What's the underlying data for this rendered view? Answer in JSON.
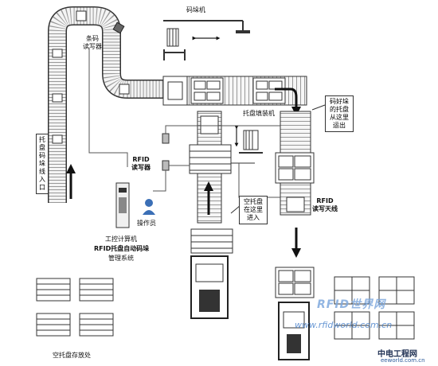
{
  "labels": {
    "palletizer": "码垛机",
    "barcode_reader": "条码\n读写器",
    "pallet_loader": "托盘填装机",
    "rfid_reader": "RFID\n读写器",
    "operator": "操作员",
    "ipc_line1": "工控计算机",
    "ipc_line2": "RFID托盘自动码垛",
    "ipc_line3": "管理系统",
    "empty_pallet_storage": "空托盘存放处",
    "rfid_antenna": "RFID\n读写天线",
    "inlet_vertical": "托盘码垛线入口",
    "callout_outlet": "码好垛的托盘从这里运出",
    "callout_inlet": "空托盘在这里进入"
  },
  "watermarks": {
    "brand": "RFID世界网",
    "url": "www.rfidworld.com.cn",
    "logo": "中电工程网",
    "logo_sub": "eeworld.com.cn"
  },
  "colors": {
    "line": "#333333",
    "belt_fill": "#f4f4f4",
    "roller": "#888888",
    "dark": "#222222",
    "watermark": "#7fa9dd"
  }
}
